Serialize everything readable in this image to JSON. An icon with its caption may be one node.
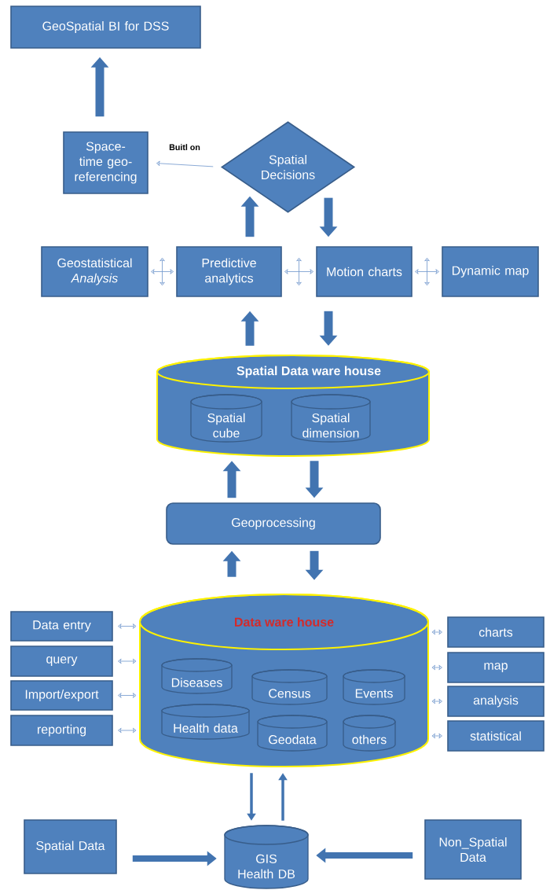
{
  "diagram": {
    "nodes": [
      {
        "text": [
          "GeoSpatial BI for DSS"
        ]
      },
      {
        "text": [
          "Space-time geo-referencing"
        ]
      },
      {
        "text": [
          "Spatial Decisions"
        ]
      },
      {
        "text": [
          "Geostatistical *Analysis*"
        ]
      },
      {
        "text": [
          "Predictive analytics"
        ]
      },
      {
        "text": [
          "Motion charts"
        ]
      },
      {
        "text": [
          "Dynamic map"
        ]
      },
      {
        "text": [
          "Spatial Data ware house"
        ]
      },
      {
        "text": [
          "Spatial cube"
        ],
        "in": 7
      },
      {
        "text": [
          "Spatial dimension"
        ],
        "in": 7
      },
      {
        "text": [
          "Geoprocessing"
        ]
      },
      {
        "text": [
          "Data ware house"
        ]
      },
      {
        "text": [
          "Diseases"
        ],
        "in": 11
      },
      {
        "text": [
          "Census"
        ],
        "in": 11
      },
      {
        "text": [
          "Events"
        ],
        "in": 11
      },
      {
        "text": [
          "Health data"
        ],
        "in": 11
      },
      {
        "text": [
          "Geodata"
        ],
        "in": 11
      },
      {
        "text": [
          "others"
        ],
        "in": 11
      },
      {
        "text": [
          "Data entry"
        ]
      },
      {
        "text": [
          "query"
        ]
      },
      {
        "text": [
          "Import/export"
        ]
      },
      {
        "text": [
          "reporting"
        ]
      },
      {
        "text": [
          "charts"
        ]
      },
      {
        "text": [
          "map"
        ]
      },
      {
        "text": [
          "analysis"
        ]
      },
      {
        "text": [
          "statistical"
        ]
      },
      {
        "text": [
          "Spatial Data"
        ]
      },
      {
        "text": [
          "GIS Health DB"
        ]
      },
      {
        "text": [
          "Non_Spatial Data"
        ]
      }
    ],
    "edges": [
      {
        "from": 1,
        "to": 0,
        "arrow": "to",
        "style": "thick"
      },
      {
        "from": 2,
        "to": 1,
        "arrow": "to",
        "label": "Buitl on"
      },
      {
        "from": 4,
        "to": 2,
        "arrow": "to",
        "style": "thick"
      },
      {
        "from": 2,
        "to": 5,
        "arrow": "to",
        "style": "thick"
      },
      {
        "from": 3,
        "to": 4,
        "arrow": "both"
      },
      {
        "from": 4,
        "to": 5,
        "arrow": "both"
      },
      {
        "from": 5,
        "to": 6,
        "arrow": "both"
      },
      {
        "from": 7,
        "to": 4,
        "arrow": "to",
        "style": "thick"
      },
      {
        "from": 5,
        "to": 7,
        "arrow": "to",
        "style": "thick"
      },
      {
        "from": 10,
        "to": 7,
        "arrow": "to",
        "style": "thick"
      },
      {
        "from": 7,
        "to": 10,
        "arrow": "to",
        "style": "thick"
      },
      {
        "from": 11,
        "to": 10,
        "arrow": "to",
        "style": "thick"
      },
      {
        "from": 10,
        "to": 11,
        "arrow": "to",
        "style": "thick"
      },
      {
        "from": 18,
        "to": 11,
        "arrow": "both"
      },
      {
        "from": 19,
        "to": 11,
        "arrow": "both"
      },
      {
        "from": 20,
        "to": 11,
        "arrow": "both"
      },
      {
        "from": 21,
        "to": 11,
        "arrow": "both"
      },
      {
        "from": 11,
        "to": 22,
        "arrow": "both"
      },
      {
        "from": 11,
        "to": 23,
        "arrow": "both"
      },
      {
        "from": 11,
        "to": 24,
        "arrow": "both"
      },
      {
        "from": 11,
        "to": 25,
        "arrow": "both"
      },
      {
        "from": 11,
        "to": 27,
        "arrow": "to"
      },
      {
        "from": 27,
        "to": 11,
        "arrow": "to"
      },
      {
        "from": 26,
        "to": 27,
        "arrow": "to",
        "style": "thick"
      },
      {
        "from": 28,
        "to": 27,
        "arrow": "to",
        "style": "thick"
      }
    ]
  }
}
